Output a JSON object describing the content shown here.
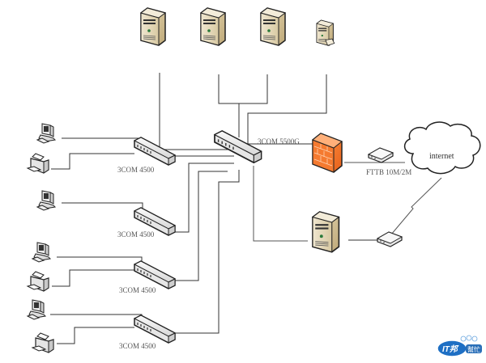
{
  "diagram": {
    "type": "network-topology",
    "labels": {
      "core_switch": "3COM 5500G",
      "access_switch_1": "3COM 4500",
      "access_switch_2": "3COM 4500",
      "access_switch_3": "3COM 4500",
      "access_switch_4": "3COM 4500",
      "modem": "FTTB 10M/2M",
      "cloud": "internet"
    },
    "nodes": [
      {
        "id": "server-1",
        "kind": "server"
      },
      {
        "id": "server-2",
        "kind": "server"
      },
      {
        "id": "server-3",
        "kind": "server"
      },
      {
        "id": "small-server",
        "kind": "small-server"
      },
      {
        "id": "core-switch",
        "kind": "switch",
        "label": "3COM 5500G"
      },
      {
        "id": "firewall",
        "kind": "firewall"
      },
      {
        "id": "fttb-modem",
        "kind": "modem",
        "label": "FTTB 10M/2M"
      },
      {
        "id": "internet",
        "kind": "cloud",
        "label": "internet"
      },
      {
        "id": "dmz-server",
        "kind": "server"
      },
      {
        "id": "wireless-modem",
        "kind": "modem"
      },
      {
        "id": "access-switch-1",
        "kind": "switch",
        "label": "3COM 4500"
      },
      {
        "id": "access-switch-2",
        "kind": "switch",
        "label": "3COM 4500"
      },
      {
        "id": "access-switch-3",
        "kind": "switch",
        "label": "3COM 4500"
      },
      {
        "id": "access-switch-4",
        "kind": "switch",
        "label": "3COM 4500"
      },
      {
        "id": "pc-1",
        "kind": "workstation"
      },
      {
        "id": "printer-1",
        "kind": "printer"
      },
      {
        "id": "pc-2",
        "kind": "workstation"
      },
      {
        "id": "pc-3",
        "kind": "workstation"
      },
      {
        "id": "printer-3",
        "kind": "printer"
      },
      {
        "id": "pc-4",
        "kind": "workstation"
      },
      {
        "id": "printer-4",
        "kind": "printer"
      }
    ],
    "edges": [
      [
        "server-1",
        "core-switch"
      ],
      [
        "server-2",
        "core-switch"
      ],
      [
        "server-3",
        "core-switch"
      ],
      [
        "small-server",
        "core-switch"
      ],
      [
        "core-switch",
        "firewall"
      ],
      [
        "firewall",
        "fttb-modem"
      ],
      [
        "fttb-modem",
        "internet"
      ],
      [
        "core-switch",
        "dmz-server"
      ],
      [
        "dmz-server",
        "wireless-modem"
      ],
      [
        "wireless-modem",
        "internet"
      ],
      [
        "core-switch",
        "access-switch-1"
      ],
      [
        "core-switch",
        "access-switch-2"
      ],
      [
        "core-switch",
        "access-switch-3"
      ],
      [
        "core-switch",
        "access-switch-4"
      ],
      [
        "pc-1",
        "access-switch-1"
      ],
      [
        "printer-1",
        "access-switch-1"
      ],
      [
        "pc-2",
        "access-switch-2"
      ],
      [
        "pc-3",
        "access-switch-3"
      ],
      [
        "printer-3",
        "access-switch-3"
      ],
      [
        "pc-4",
        "access-switch-4"
      ],
      [
        "printer-4",
        "access-switch-4"
      ]
    ]
  },
  "watermark": {
    "logo_text": "IT邦",
    "sub_text": "幫忙"
  }
}
